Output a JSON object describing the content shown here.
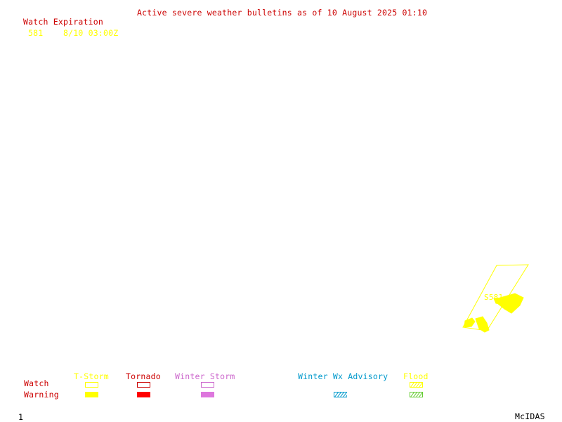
{
  "title": "Active severe weather bulletins as of 10 August 2025 01:10",
  "watch_list": {
    "header": "Watch Expiration",
    "items": [
      {
        "number": "581",
        "expiration": "8/10 03:00Z"
      }
    ]
  },
  "map": {
    "watch_box_label": "S581",
    "watch_box_color": "#ffff00"
  },
  "legend": {
    "row_labels": {
      "watch": "Watch",
      "warning": "Warning"
    },
    "categories": [
      {
        "key": "tstorm",
        "label": "T-Storm",
        "color": "#ffff00"
      },
      {
        "key": "tornado",
        "label": "Tornado",
        "color": "#ff0000"
      },
      {
        "key": "winter_storm",
        "label": "Winter Storm",
        "color": "#cc66cc"
      },
      {
        "key": "winter_wx_advisory",
        "label": "Winter Wx Advisory",
        "color": "#0099cc"
      },
      {
        "key": "flood",
        "label": "Flood",
        "color": "#ffff00",
        "warning_color": "#66cc33"
      }
    ]
  },
  "footer": {
    "page_number": "1",
    "brand": "McIDAS"
  }
}
